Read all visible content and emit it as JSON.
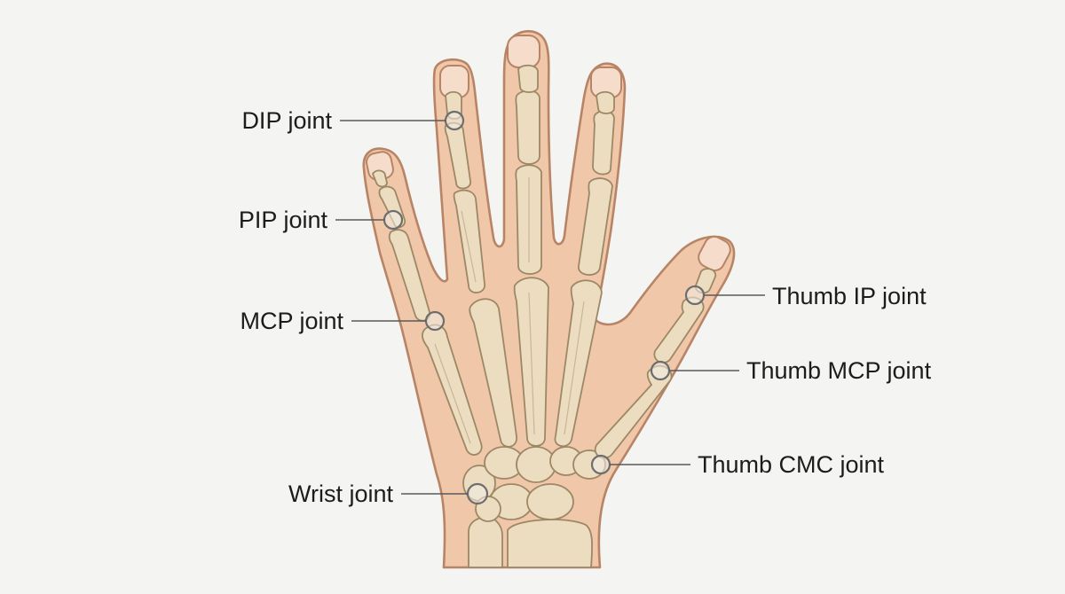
{
  "labels": {
    "dip": "DIP joint",
    "pip": "PIP joint",
    "mcp": "MCP joint",
    "wrist": "Wrist joint",
    "thumb_ip": "Thumb IP joint",
    "thumb_mcp": "Thumb MCP joint",
    "thumb_cmc": "Thumb CMC joint"
  },
  "colors": {
    "background": "#f4f4f3",
    "skin": "#f0c7a9",
    "skin_outline": "#b78466",
    "bone": "#ecdcc0",
    "bone_outline": "#9d8866",
    "leader_line": "#5a5a5a",
    "text": "#1c1c1c"
  }
}
